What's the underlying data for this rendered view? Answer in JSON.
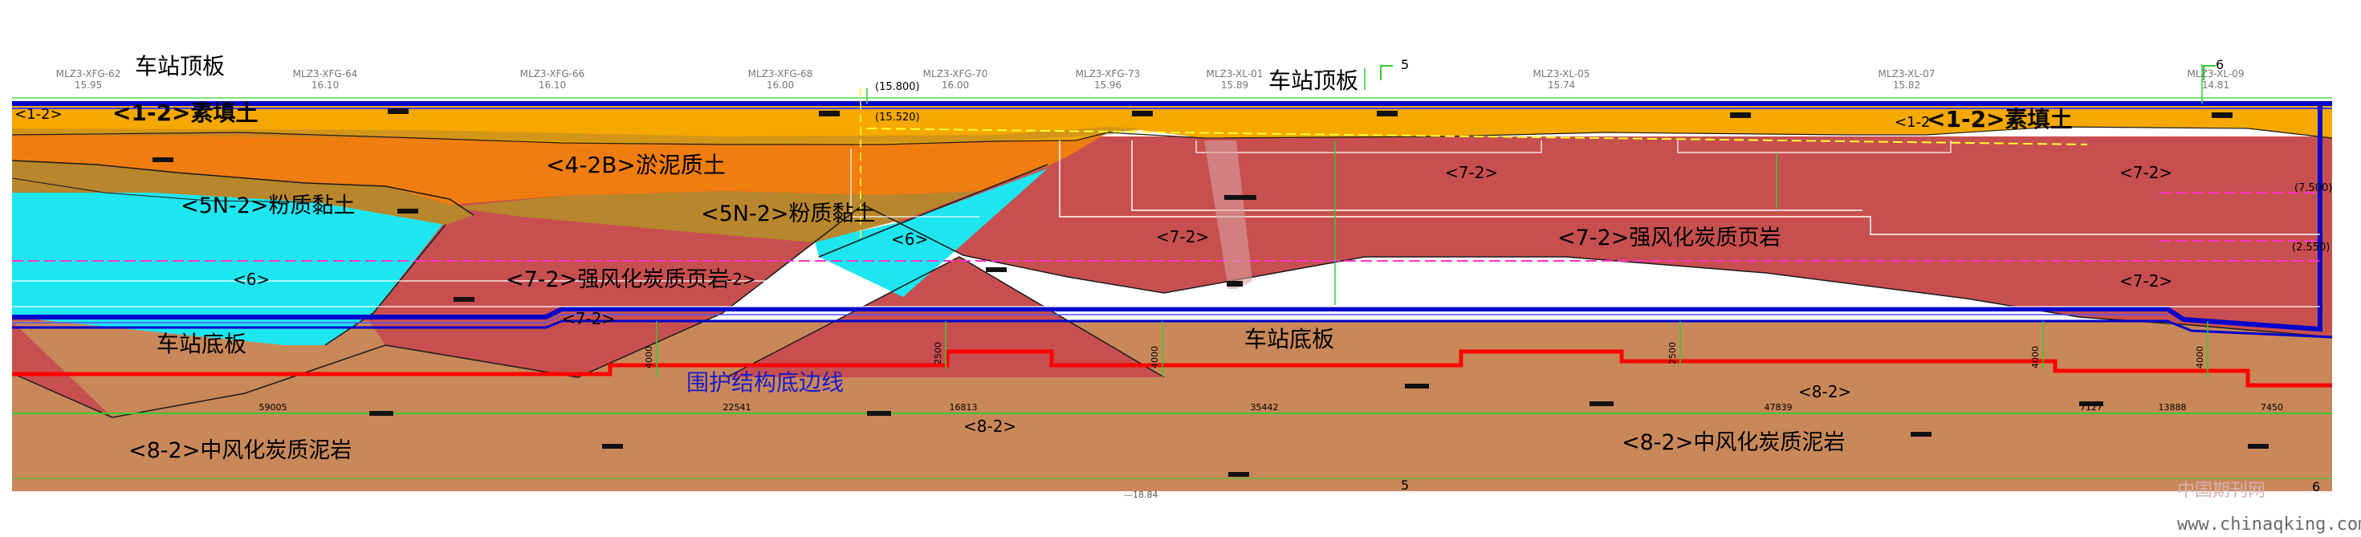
{
  "labels": {
    "roof_left": "车站顶板",
    "roof_mid": "车站顶板",
    "floor_left": "车站底板",
    "floor_mid": "车站底板",
    "fill_left": "<1-2>素填土",
    "fill_right": "<1-2>素填土",
    "fill_code_left": "<1-2>",
    "fill_code_right": "<1-2",
    "muddy": "<4-2B>淤泥质土",
    "silty_left": "<5N-2>粉质黏土",
    "silty_mid": "<5N-2>粉质黏土",
    "sand_left": "<6>",
    "sand_mid": "<6>",
    "shale_left": "<7-2>强风化炭质页岩",
    "shale_left_suffix": "-2>",
    "shale_right": "<7-2>强风化炭质页岩",
    "shale_code_a": "<7-2>",
    "shale_code_b": "<7-2>",
    "shale_code_c": "<7-2>",
    "shale_code_d": "<7-2>",
    "shale_code_e": "<7-2>",
    "mudstone_left": "<8-2>中风化炭质泥岩",
    "mudstone_right": "<8-2>中风化炭质泥岩",
    "mudstone_code_a": "<8-2>",
    "mudstone_code_b": "<8-2>",
    "retaining_line": "围护结构底边线",
    "watermark_cn": "中国期刊网",
    "watermark_url": "www.chinaqking.com"
  },
  "boreholes": [
    {
      "id": "MLZ3-XFG-62",
      "elev": "15.95"
    },
    {
      "id": "MLZ3-XFG-64",
      "elev": "16.10"
    },
    {
      "id": "MLZ3-XFG-66",
      "elev": "16.10"
    },
    {
      "id": "MLZ3-XFG-68",
      "elev": "16.00"
    },
    {
      "id": "MLZ3-XFG-70",
      "elev": "16.00"
    },
    {
      "id": "MLZ3-XFG-73",
      "elev": "15.96"
    },
    {
      "id": "MLZ3-XL-01",
      "elev": "15.89"
    },
    {
      "id": "MLZ3-XL-05",
      "elev": "15.74"
    },
    {
      "id": "MLZ3-XL-07",
      "elev": "15.82"
    },
    {
      "id": "MLZ3-XL-09",
      "elev": "14.81"
    }
  ],
  "segment_lengths": [
    "59005",
    "22541",
    "16813",
    "35442",
    "47839",
    "7127",
    "13888",
    "7450"
  ],
  "pile_depths": [
    "4000",
    "2500",
    "4000",
    "2500",
    "4000",
    "4000"
  ],
  "elevation_marks": [
    "(15.800)",
    "(15.520)",
    "(7.500)",
    "(2.550)",
    "—18.84"
  ],
  "section_marks": [
    "5",
    "5",
    "6",
    "6"
  ],
  "colors": {
    "fill_layer": "#f5a800",
    "muddy_soil": "#f07d10",
    "silty_clay": "#b8862c",
    "sand": "#1ee6f0",
    "shale": "#c84f4f",
    "mudstone": "#c9885a",
    "station_line": "#0000cc",
    "retaining_line": "#ff0000",
    "label_blue": "#1a1acc"
  }
}
